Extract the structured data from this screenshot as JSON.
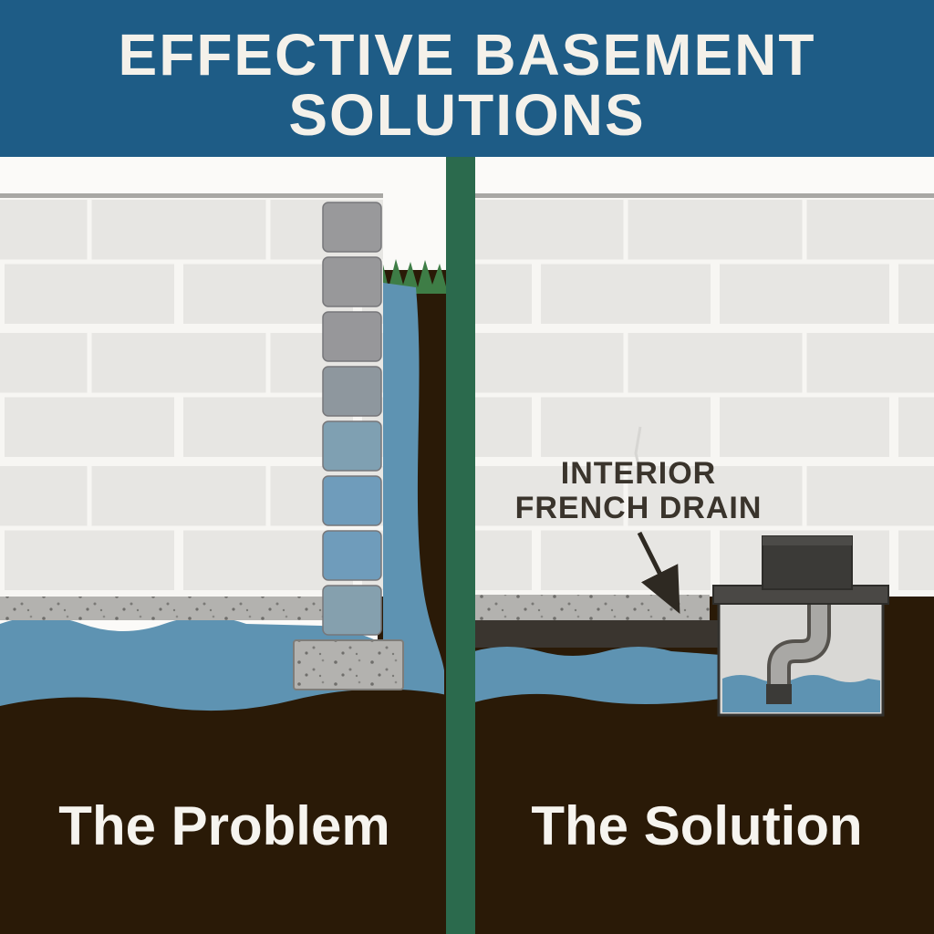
{
  "header": {
    "title_line1": "EFFECTIVE BASEMENT",
    "title_line2": "SOLUTIONS"
  },
  "left_panel": {
    "label": "The Problem"
  },
  "right_panel": {
    "label": "The Solution",
    "annotation_line1": "INTERIOR",
    "annotation_line2": "FRENCH DRAIN"
  },
  "colors": {
    "header_bg": "#1e5c86",
    "title_text": "#f4f1ea",
    "label_text": "#f6f4ef",
    "annotation_text": "#3a342c",
    "soil_brown": "#2a1a07",
    "water_blue": "#5e93b2",
    "grass_green": "#3e7d46",
    "divider_green": "#2b6a4d",
    "wall_block": "#e7e6e3",
    "mortar": "#f7f6f3",
    "concrete_gray": "#b3b2af",
    "gravel_dark": "#3a352f",
    "fixture_dark": "#3b3a37",
    "pit_gray": "#d9d8d5",
    "pipe_gray": "#a9a8a5"
  }
}
